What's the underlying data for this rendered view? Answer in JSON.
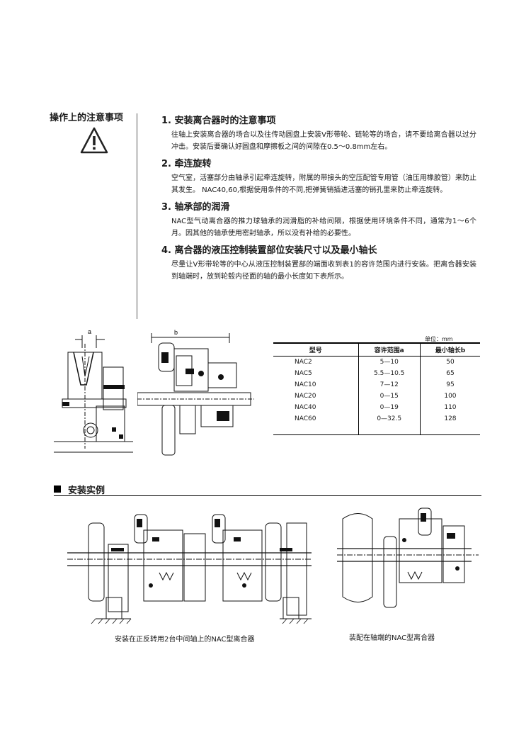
{
  "section1": {
    "title": "操作上的注意事项",
    "items": [
      {
        "title": "1. 安装离合器时的注意事项",
        "body": "往轴上安装离合器的场合以及往传动圆盘上安装V形带轮、链轮等的场合，请不要给离合器以过分冲击。安装后要确认好圆盘和摩擦板之间的间隙在0.5～0.8mm左右。"
      },
      {
        "title": "2. 牵连旋转",
        "body": "空气室，活塞部分由轴承引起牵连旋转，附属的带接头的空压配管专用管（油压用橡胶管）来防止其发生。 NAC40,60,根据使用条件的不同,把弹簧销插进活塞的销孔里来防止牵连旋转。"
      },
      {
        "title": "3. 轴承部的润滑",
        "body": "NAC型气动离合器的推力球轴承的润滑脂的补给间隔，根据使用环境条件不同，通常为1～6个月。因其他的轴承使用密封轴承，所以没有补给的必要性。"
      },
      {
        "title": "4. 离合器的液压控制装置部位安装尺寸以及最小轴长",
        "body": "尽量让V形带轮等的中心从液压控制装置部的端面收到表1的容许范围内进行安装。把离合器安装到轴端时，放到轮毂内径面的轴的最小长度如下表所示。"
      }
    ]
  },
  "figure_labels": {
    "a": "a",
    "b": "b"
  },
  "table": {
    "unit": "单位：mm",
    "headers": [
      "型号",
      "容许范围a",
      "最小轴长b"
    ],
    "rows": [
      [
        "NAC2",
        "5—10",
        "50"
      ],
      [
        "NAC5",
        "5.5—10.5",
        "65"
      ],
      [
        "NAC10",
        "7—12",
        "95"
      ],
      [
        "NAC20",
        "0—15",
        "100"
      ],
      [
        "NAC40",
        "0—19",
        "110"
      ],
      [
        "NAC60",
        "0—32.5",
        "128"
      ]
    ]
  },
  "section2": {
    "title": "安装实例",
    "caption_left": "安装在正反转用2台中间轴上的NAC型离合器",
    "caption_right": "装配在轴端的NAC型离合器"
  }
}
